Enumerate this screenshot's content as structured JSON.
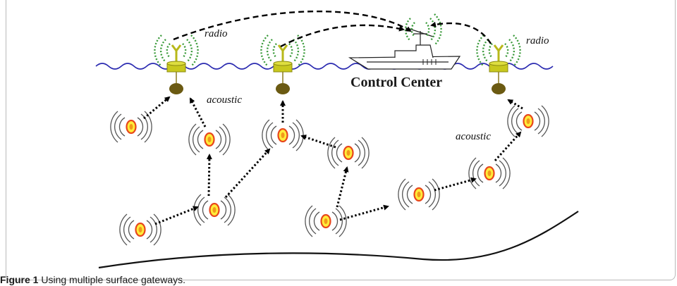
{
  "labels": {
    "radio_left": "radio",
    "radio_right": "radio",
    "acoustic_top": "acoustic",
    "acoustic_right": "acoustic",
    "control_center": "Control Center"
  },
  "caption": {
    "figure_label": "Figure 1",
    "text": "Using multiple surface gateways."
  },
  "colors": {
    "water": "#2a2ab0",
    "buoy": "#c8c81e",
    "anchor": "#6b5a12",
    "sensor_fill": "#ffec3a",
    "sensor_ring": "#e8461c",
    "radio_waves": "#3a9a3a",
    "link": "#000000"
  },
  "icons": [
    "buoy-gateway-icon",
    "ship-icon",
    "sensor-node-icon",
    "radio-wave-icon",
    "acoustic-wave-icon"
  ]
}
